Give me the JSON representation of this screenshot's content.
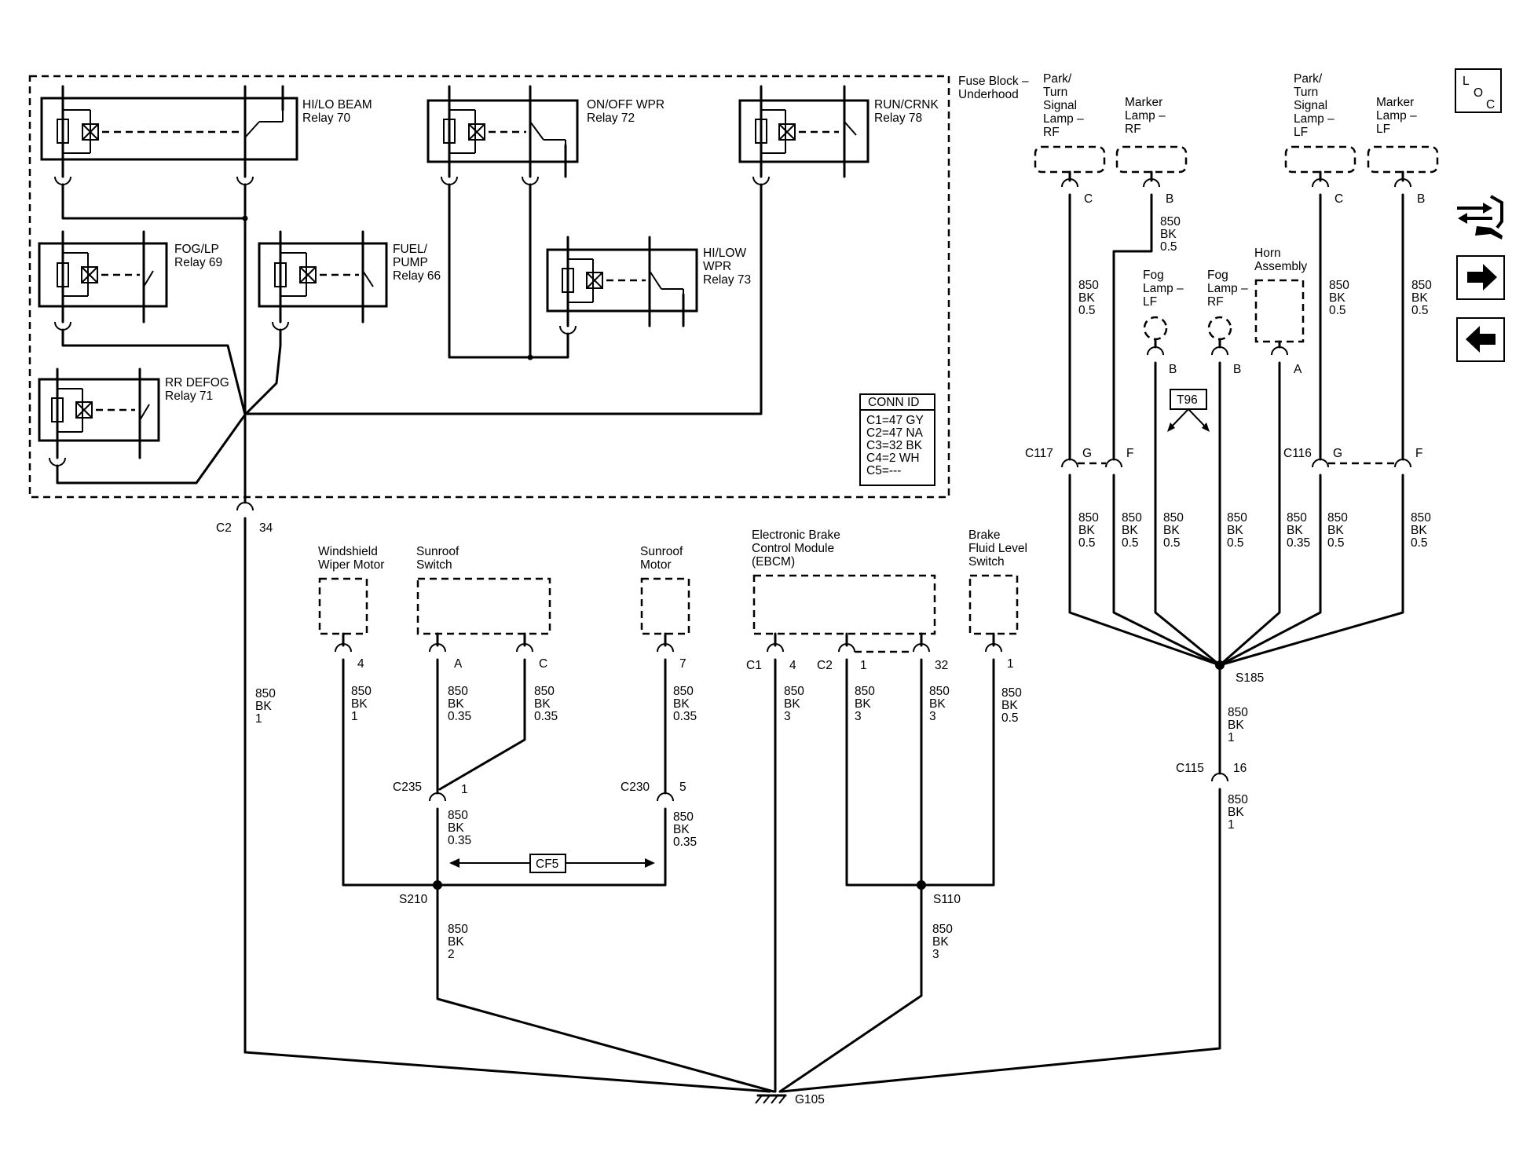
{
  "fuse_block": {
    "label": [
      "Fuse Block –",
      "Underhood"
    ],
    "relays": [
      {
        "id": "hilo_beam",
        "label": [
          "HI/LO BEAM",
          "Relay 70"
        ]
      },
      {
        "id": "onoff_wpr",
        "label": [
          "ON/OFF WPR",
          "Relay 72"
        ]
      },
      {
        "id": "run_crnk",
        "label": [
          "RUN/CRNK",
          "Relay 78"
        ]
      },
      {
        "id": "fog_lp",
        "label": [
          "FOG/LP",
          "Relay 69"
        ]
      },
      {
        "id": "fuel_pump",
        "label": [
          "FUEL/",
          "PUMP",
          "Relay 66"
        ]
      },
      {
        "id": "hilow_wpr",
        "label": [
          "HI/LOW",
          "WPR",
          "Relay 73"
        ]
      },
      {
        "id": "rr_defog",
        "label": [
          "RR DEFOG",
          "Relay 71"
        ]
      }
    ],
    "conn_id": {
      "title": "CONN ID",
      "lines": [
        "C1=47 GY",
        "C2=47 NA",
        "C3=32 BK",
        "C4=2 WH",
        "C5=---"
      ]
    },
    "exit": {
      "connector": "C2",
      "pin": "34"
    }
  },
  "components": [
    {
      "id": "ww_motor",
      "label": [
        "Windshield",
        "Wiper Motor"
      ]
    },
    {
      "id": "sunroof_switch",
      "label": [
        "Sunroof",
        "Switch"
      ]
    },
    {
      "id": "sunroof_motor",
      "label": [
        "Sunroof",
        "Motor"
      ]
    },
    {
      "id": "ebcm",
      "label": [
        "Electronic Brake",
        "Control Module",
        "(EBCM)"
      ]
    },
    {
      "id": "brake_fluid",
      "label": [
        "Brake",
        "Fluid Level",
        "Switch"
      ]
    },
    {
      "id": "park_rf",
      "label": [
        "Park/",
        "Turn",
        "Signal",
        "Lamp –",
        "RF"
      ]
    },
    {
      "id": "marker_rf",
      "label": [
        "Marker",
        "Lamp –",
        "RF"
      ]
    },
    {
      "id": "park_lf",
      "label": [
        "Park/",
        "Turn",
        "Signal",
        "Lamp –",
        "LF"
      ]
    },
    {
      "id": "marker_lf",
      "label": [
        "Marker",
        "Lamp –",
        "LF"
      ]
    },
    {
      "id": "fog_lf",
      "label": [
        "Fog",
        "Lamp –",
        "LF"
      ]
    },
    {
      "id": "fog_rf",
      "label": [
        "Fog",
        "Lamp –",
        "RF"
      ]
    },
    {
      "id": "horn",
      "label": [
        "Horn",
        "Assembly"
      ]
    }
  ],
  "pins": {
    "ww_motor": "4",
    "ss_a": "A",
    "ss_c": "C",
    "sm": "7",
    "ebcm_c1_conn": "C1",
    "ebcm_c1_pin": "4",
    "ebcm_c2_conn": "C2",
    "ebcm_c2_pin1": "1",
    "ebcm_c2_pin32": "32",
    "bf": "1",
    "park_rf": "C",
    "marker_rf": "B",
    "park_lf": "C",
    "marker_lf": "B",
    "fog_lf": "B",
    "fog_rf": "B",
    "horn": "A",
    "c117_g": "G",
    "c117_f": "F",
    "c116_g": "G",
    "c116_f": "F",
    "c235_pin": "1",
    "c230_pin": "5",
    "c115_pin": "16"
  },
  "connectors": {
    "c117": "C117",
    "c116": "C116",
    "c235": "C235",
    "c230": "C230",
    "c115": "C115"
  },
  "splices": {
    "s210": "S210",
    "s110": "S110",
    "s185": "S185"
  },
  "ground": {
    "label": "G105"
  },
  "wires": {
    "fb_out": [
      "850",
      "BK",
      "1"
    ],
    "ww": [
      "850",
      "BK",
      "1"
    ],
    "ss_a": [
      "850",
      "BK",
      "0.35"
    ],
    "ss_c": [
      "850",
      "BK",
      "0.35"
    ],
    "sm": [
      "850",
      "BK",
      "0.35"
    ],
    "c235_s210": [
      "850",
      "BK",
      "0.35"
    ],
    "c230_s210": [
      "850",
      "BK",
      "0.35"
    ],
    "s210_g": [
      "850",
      "BK",
      "2"
    ],
    "ebcm_c1": [
      "850",
      "BK",
      "3"
    ],
    "ebcm_c2_1": [
      "850",
      "BK",
      "3"
    ],
    "ebcm_c2_32": [
      "850",
      "BK",
      "3"
    ],
    "bf": [
      "850",
      "BK",
      "0.5"
    ],
    "s110_g": [
      "850",
      "BK",
      "3"
    ],
    "marker_rf_top": [
      "850",
      "BK",
      "0.5"
    ],
    "park_rf": [
      "850",
      "BK",
      "0.5"
    ],
    "park_lf": [
      "850",
      "BK",
      "0.5"
    ],
    "marker_lf": [
      "850",
      "BK",
      "0.5"
    ],
    "low1": [
      "850",
      "BK",
      "0.5"
    ],
    "low2": [
      "850",
      "BK",
      "0.5"
    ],
    "low3": [
      "850",
      "BK",
      "0.5"
    ],
    "low4": [
      "850",
      "BK",
      "0.5"
    ],
    "low5": [
      "850",
      "BK",
      "0.35"
    ],
    "low6": [
      "850",
      "BK",
      "0.5"
    ],
    "low7": [
      "850",
      "BK",
      "0.5"
    ],
    "s185_c115": [
      "850",
      "BK",
      "1"
    ],
    "c115_g": [
      "850",
      "BK",
      "1"
    ]
  },
  "tags": {
    "cf5": "CF5",
    "t96": "T96"
  },
  "nav": {
    "loc": [
      "L",
      "O",
      "C"
    ],
    "icons": [
      "harness-connector-icon",
      "next-page-arrow-icon",
      "previous-page-arrow-icon"
    ]
  }
}
